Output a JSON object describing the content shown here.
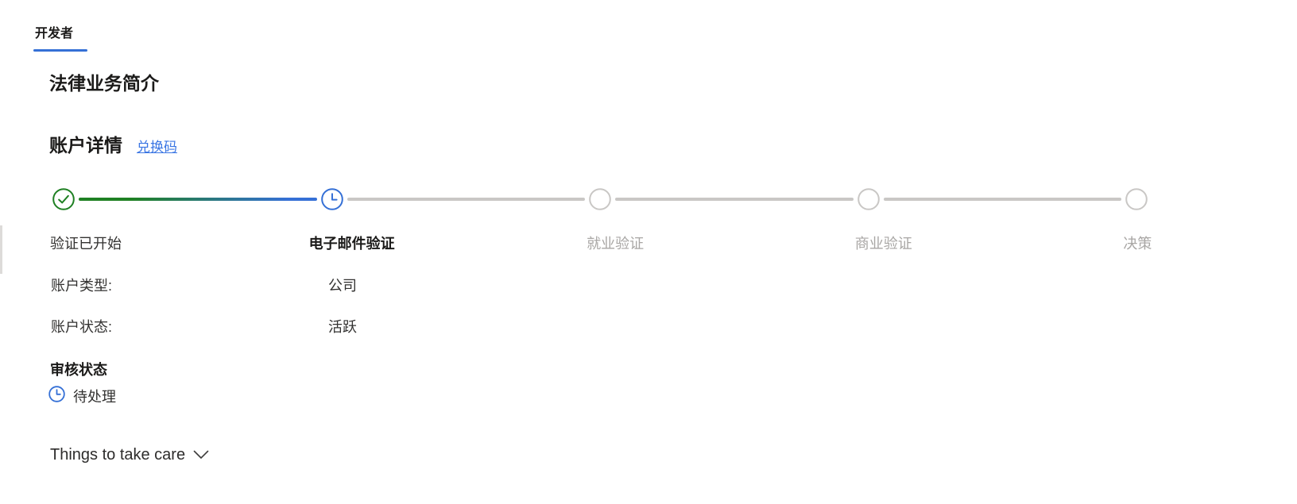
{
  "page": {
    "tab_label": "开发者",
    "title": "法律业务简介",
    "section_title": "账户详情",
    "redeem_link": "兑换码"
  },
  "stepper": {
    "steps": [
      {
        "label": "验证已开始",
        "state": "complete",
        "icon": "check-circle-icon"
      },
      {
        "label": "电子邮件验证",
        "state": "current",
        "icon": "clock-icon"
      },
      {
        "label": "就业验证",
        "state": "pending",
        "icon": "empty-circle-icon"
      },
      {
        "label": "商业验证",
        "state": "pending",
        "icon": "empty-circle-icon"
      },
      {
        "label": "决策",
        "state": "pending",
        "icon": "empty-circle-icon"
      }
    ]
  },
  "details": {
    "rows": [
      {
        "label": "账户类型:",
        "value": "公司"
      },
      {
        "label": "账户状态:",
        "value": "活跃"
      }
    ]
  },
  "review": {
    "title": "审核状态",
    "status": "待处理",
    "status_icon": "clock-icon"
  },
  "footer": {
    "expander_label": "Things to take care"
  },
  "colors": {
    "green": "#1f8023",
    "blue": "#3570d6",
    "link_blue": "#3b76e3",
    "gray_line": "#c9c7c5",
    "pending_text": "#a8a6a4",
    "text_dark": "#1b1a19"
  }
}
